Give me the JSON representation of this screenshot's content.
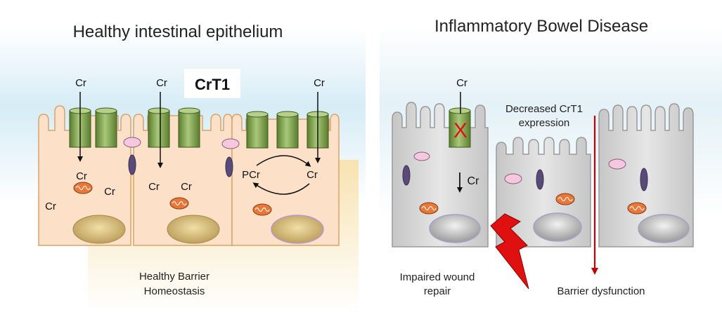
{
  "left_panel": {
    "title": "Healthy intestinal epithelium",
    "transporter_label": "CrT1",
    "cr_uptake_labels": [
      "Cr",
      "Cr",
      "Cr"
    ],
    "cell1_labels": [
      "Cr",
      "Cr",
      "Cr"
    ],
    "cell2_labels": [
      "Cr",
      "Cr"
    ],
    "cell3_pcr_label": "PCr",
    "cell3_cr_label": "Cr",
    "caption_line1": "Healthy Barrier",
    "caption_line2": "Homeostasis"
  },
  "right_panel": {
    "title": "Inflammatory Bowel Disease",
    "blocked_cr_label": "Cr",
    "blocked_mark": "X",
    "reduced_cr_label": "Cr",
    "decrease_line1": "Decreased CrT1",
    "decrease_line2": "expression",
    "wound_line1": "Impaired wound",
    "wound_line2": "repair",
    "barrier_label": "Barrier dysfunction"
  },
  "colors": {
    "healthy_cell_fill": "#fce0c8",
    "healthy_cell_stroke": "#d9a26a",
    "ibd_cell_fill": "#d4d4d4",
    "ibd_cell_stroke": "#9a9a9a",
    "transporter": "#7fa04e",
    "arrow_red": "#c00000",
    "lightning": "#e01010"
  }
}
